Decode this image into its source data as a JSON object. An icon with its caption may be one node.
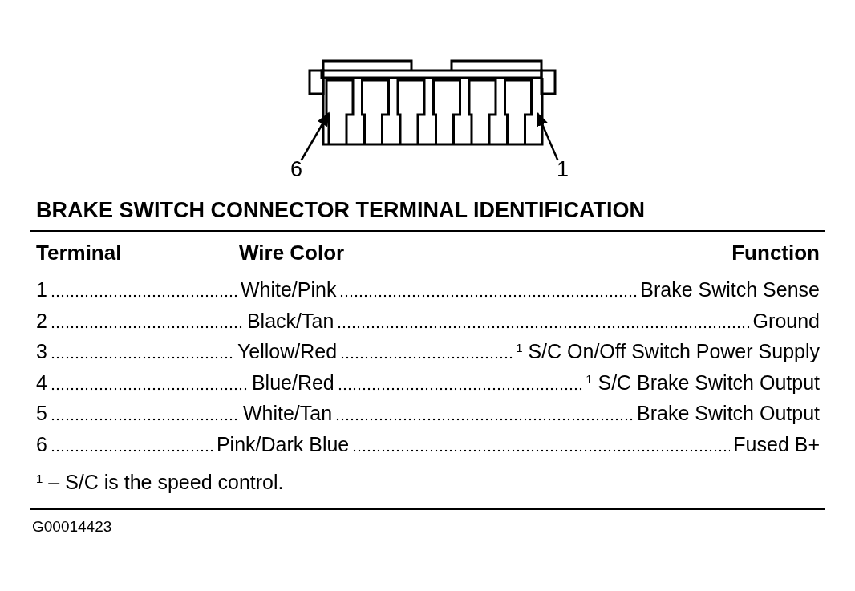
{
  "diagram": {
    "title": "BRAKE SWITCH CONNECTOR TERMINAL IDENTIFICATION",
    "nodes": [
      {
        "text": [
          "6"
        ]
      },
      {
        "text": [
          "1"
        ]
      }
    ],
    "edges": [
      {
        "from": 0,
        "to": null,
        "arrow": "to"
      },
      {
        "from": 1,
        "to": null,
        "arrow": "to"
      }
    ],
    "labels": [
      "Terminal",
      "Wire Color",
      "Function",
      "1",
      "White/Pink",
      "Brake Switch Sense",
      "2",
      "Black/Tan",
      "Ground",
      "3",
      "Yellow/Red",
      "$^{1}$ S/C On/Off Switch Power Supply",
      "4",
      "Blue/Red",
      "$^{1}$ S/C Brake Switch Output",
      "5",
      "White/Tan",
      "Brake Switch Output",
      "6",
      "Pink/Dark Blue",
      "Fused B+",
      "$^{1}$ – S/C is the speed control.",
      "G00014423"
    ]
  }
}
